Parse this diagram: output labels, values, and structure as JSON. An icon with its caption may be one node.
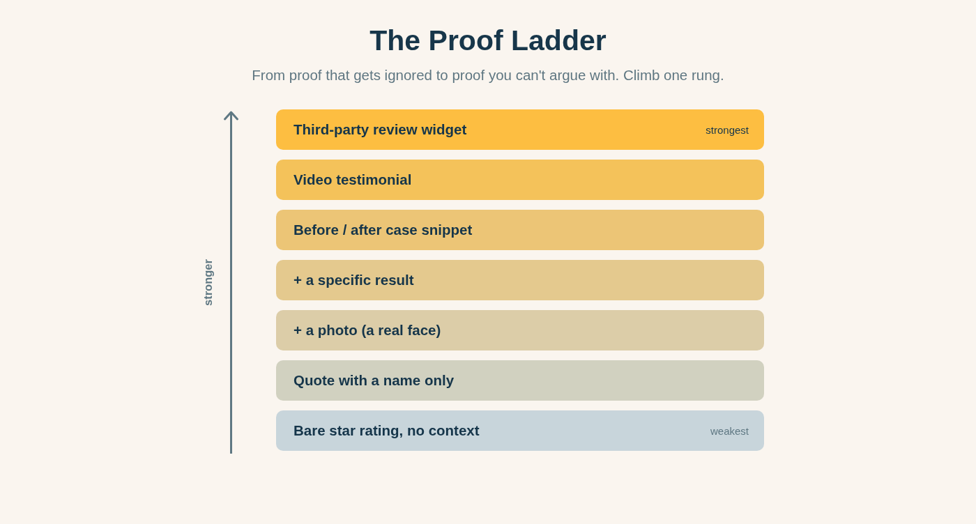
{
  "diagram": {
    "title": "The Proof Ladder",
    "caption": "From proof that gets ignored to proof you can't argue with. Climb one rung.",
    "nodes": [
      {
        "text": [
          "Third-party review widget",
          "strongest"
        ]
      },
      {
        "text": [
          "Video testimonial"
        ]
      },
      {
        "text": [
          "Before / after case snippet"
        ]
      },
      {
        "text": [
          "+ a specific result"
        ]
      },
      {
        "text": [
          "+ a photo (a real face)"
        ]
      },
      {
        "text": [
          "Quote with a name only"
        ]
      },
      {
        "text": [
          "Bare star rating, no context",
          "weakest"
        ]
      }
    ],
    "edges": [],
    "labels": [
      "stronger"
    ]
  }
}
